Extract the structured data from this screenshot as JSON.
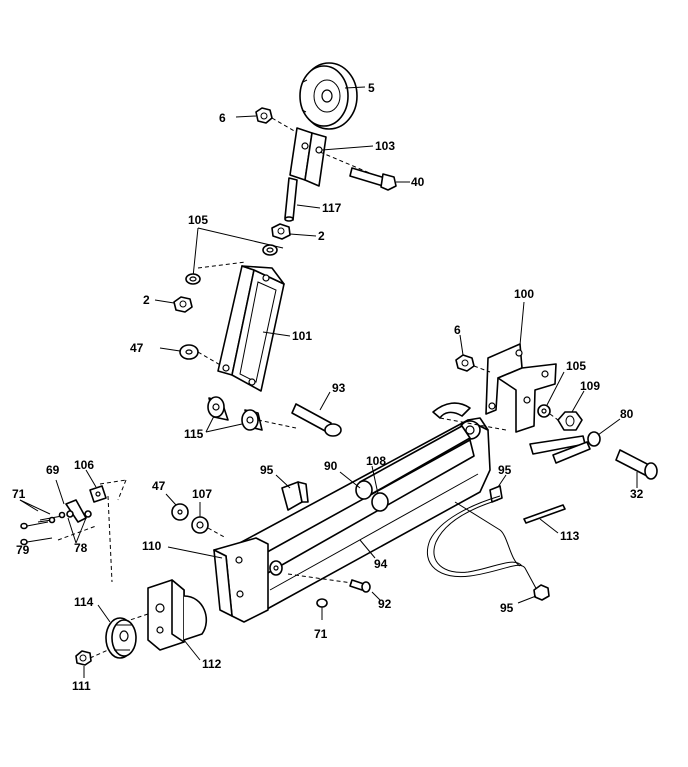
{
  "diagram": {
    "callouts": [
      {
        "id": "c5",
        "text": "5"
      },
      {
        "id": "c6a",
        "text": "6"
      },
      {
        "id": "c103",
        "text": "103"
      },
      {
        "id": "c40",
        "text": "40"
      },
      {
        "id": "c117",
        "text": "117"
      },
      {
        "id": "c105a",
        "text": "105"
      },
      {
        "id": "c2a",
        "text": "2"
      },
      {
        "id": "c2b",
        "text": "2"
      },
      {
        "id": "c101",
        "text": "101"
      },
      {
        "id": "c47a",
        "text": "47"
      },
      {
        "id": "c93",
        "text": "93"
      },
      {
        "id": "c115",
        "text": "115"
      },
      {
        "id": "c100",
        "text": "100"
      },
      {
        "id": "c6b",
        "text": "6"
      },
      {
        "id": "c105b",
        "text": "105"
      },
      {
        "id": "c109",
        "text": "109"
      },
      {
        "id": "c80",
        "text": "80"
      },
      {
        "id": "c32",
        "text": "32"
      },
      {
        "id": "c95a",
        "text": "95"
      },
      {
        "id": "c95b",
        "text": "95"
      },
      {
        "id": "c95c",
        "text": "95"
      },
      {
        "id": "c90",
        "text": "90"
      },
      {
        "id": "c108",
        "text": "108"
      },
      {
        "id": "c106",
        "text": "106"
      },
      {
        "id": "c69",
        "text": "69"
      },
      {
        "id": "c71a",
        "text": "71"
      },
      {
        "id": "c79",
        "text": "79"
      },
      {
        "id": "c78",
        "text": "78"
      },
      {
        "id": "c47b",
        "text": "47"
      },
      {
        "id": "c107",
        "text": "107"
      },
      {
        "id": "c110",
        "text": "110"
      },
      {
        "id": "c94",
        "text": "94"
      },
      {
        "id": "c113",
        "text": "113"
      },
      {
        "id": "c92",
        "text": "92"
      },
      {
        "id": "c71b",
        "text": "71"
      },
      {
        "id": "c114",
        "text": "114"
      },
      {
        "id": "c112",
        "text": "112"
      },
      {
        "id": "c111",
        "text": "111"
      }
    ]
  }
}
